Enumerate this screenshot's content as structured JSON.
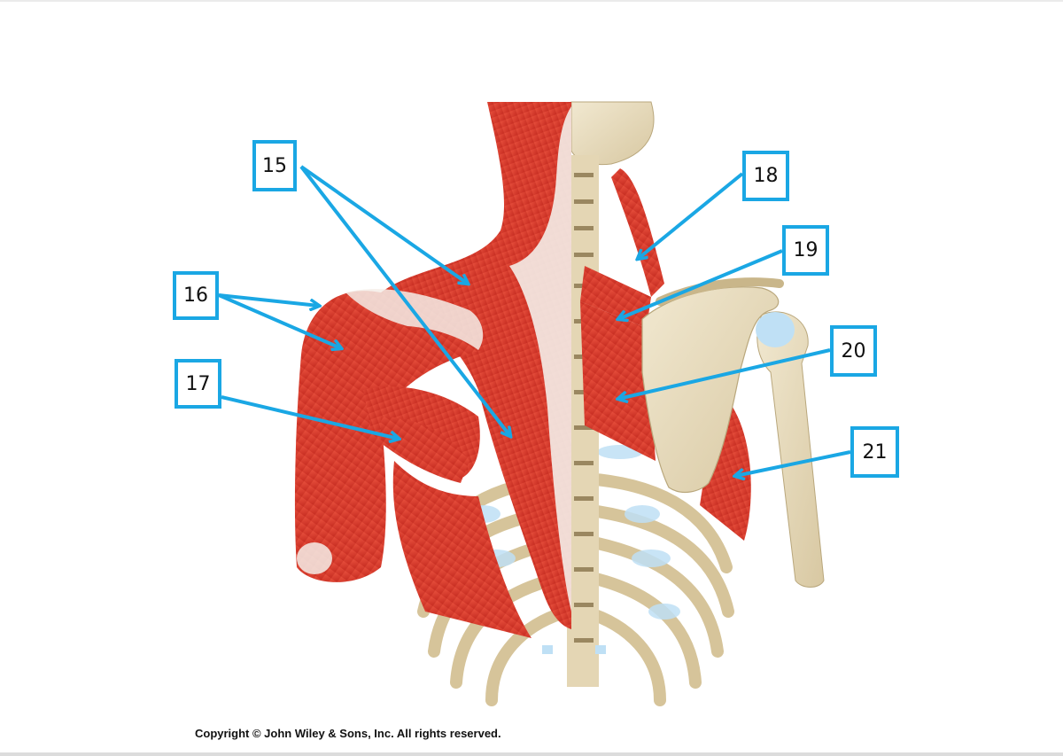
{
  "labels": [
    {
      "id": "15",
      "text": "15"
    },
    {
      "id": "16",
      "text": "16"
    },
    {
      "id": "17",
      "text": "17"
    },
    {
      "id": "18",
      "text": "18"
    },
    {
      "id": "19",
      "text": "19"
    },
    {
      "id": "20",
      "text": "20"
    },
    {
      "id": "21",
      "text": "21"
    }
  ],
  "copyright": "Copyright © John Wiley & Sons, Inc. All rights reserved.",
  "colors": {
    "label_border": "#1aa7e4",
    "arrow": "#1aa7e4",
    "muscle": "#d93a2b",
    "tendon": "#f4ede8",
    "bone": "#eadfc2",
    "cartilage": "#bfe0f5"
  }
}
